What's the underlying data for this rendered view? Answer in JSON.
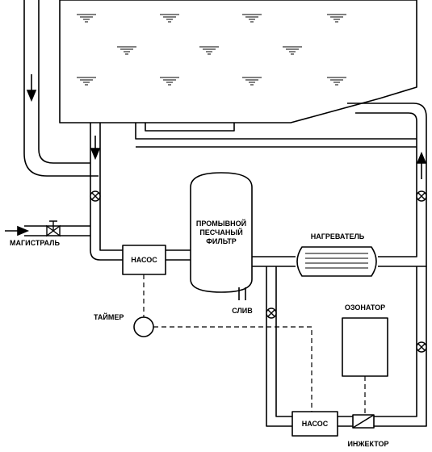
{
  "labels": {
    "main_line": "МАГИСТРАЛЬ",
    "pump_main": "НАСОС",
    "filter": [
      "ПРОМЫВНОЙ",
      "ПЕСЧАНЫЙ",
      "ФИЛЬТР"
    ],
    "heater": "НАГРЕВАТЕЛЬ",
    "drain": "СЛИВ",
    "timer": "ТАЙМЕР",
    "ozonator": "ОЗОНАТОР",
    "pump_ozone": "НАСОС",
    "injector": "ИНЖЕКТОР"
  },
  "colors": {
    "line": "#000000",
    "background": "#ffffff"
  }
}
